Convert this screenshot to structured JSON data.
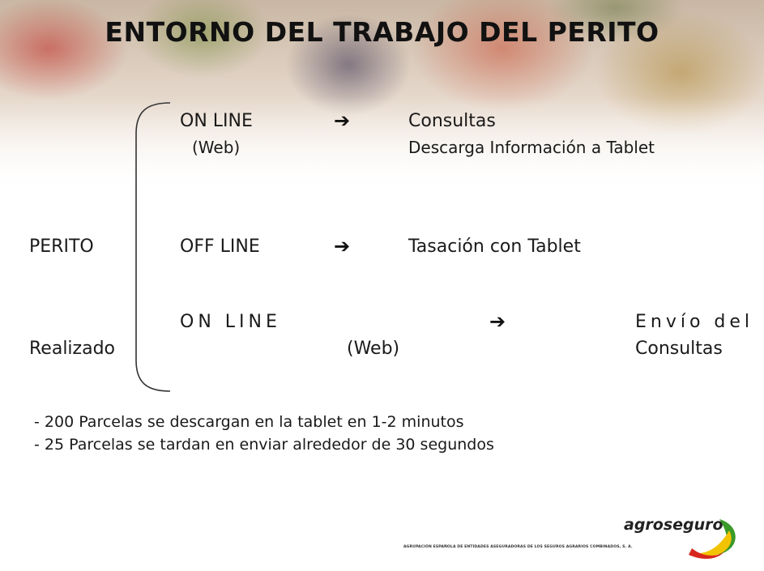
{
  "title": "ENTORNO DEL TRABAJO DEL PERITO",
  "left_labels": {
    "perito": "PERITO",
    "realizado": "Realizado"
  },
  "rows": {
    "online1": {
      "mode": "ON LINE",
      "sub": "(Web)",
      "result1": "Consultas",
      "result2": "Descarga Información a Tablet"
    },
    "offline": {
      "mode": "OFF LINE",
      "result": "Tasación con Tablet"
    },
    "online2": {
      "mode": "ON LINE",
      "sub": "(Web)",
      "result1": "Envío del",
      "result2": "Consultas"
    }
  },
  "arrow_glyph": "➔",
  "notes": [
    "- 200 Parcelas se descargan en la tablet en 1-2 minutos",
    "- 25 Parcelas se tardan en enviar alrededor de 30 segundos"
  ],
  "logo": {
    "name": "agroseguro",
    "subtitle": "AGRUPACIÓN ESPAÑOLA DE ENTIDADES ASEGURADORAS DE LOS SEGUROS AGRARIOS COMBINADOS, S. A.",
    "colors": {
      "green": "#3a9a2a",
      "yellow": "#f2c300",
      "red": "#d8261c"
    }
  }
}
